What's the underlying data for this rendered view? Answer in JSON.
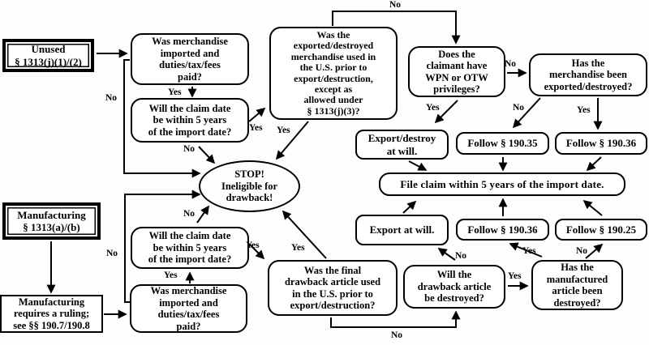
{
  "flowchart": {
    "nodes": {
      "unused": "Unused\n§ 1313(j)(1)/(2)",
      "imported_top": "Was merchandise\nimported and\nduties/tax/fees\npaid?",
      "claim5_top": "Will the claim date\nbe within 5 years\nof the import date?",
      "used_top": "Was the\nexported/destroyed\nmerchandise used in\nthe U.S. prior to\nexport/destruction,\nexcept as\nallowed under\n§ 1313(j)(3)?",
      "wpn": "Does the\nclaimant have\nWPN or OTW\nprivileges?",
      "exported": "Has the\nmerchandise been\nexported/destroyed?",
      "export_destroy_will": "Export/destroy\nat will.",
      "follow_190_35": "Follow § 190.35",
      "follow_190_36_top": "Follow § 190.36",
      "file_claim": "File claim within 5 years of the import date.",
      "export_at_will": "Export at will.",
      "follow_190_36_bottom": "Follow § 190.36",
      "follow_190_25": "Follow § 190.25",
      "stop": "STOP!\nIneligible for\ndrawback!",
      "destroy": "Will the\ndrawback article\nbe destroyed?",
      "manuf_destroyed": "Has the\nmanufactured\narticle been\ndestroyed?",
      "final_used": "Was the final\ndrawback article used\nin the U.S. prior to\nexport/destruction?",
      "claim5_bottom": "Will the claim date\nbe within 5 years\nof the import date?",
      "imported_bottom": "Was merchandise\nimported and\nduties/tax/fees\npaid?",
      "manufacturing": "Manufacturing\n§ 1313(a)/(b)",
      "manuf_ruling": "Manufacturing\nrequires a ruling;\nsee §§ 190.7/190.8"
    },
    "edge_labels": {
      "no_imported_top": "No",
      "yes_imported_top": "Yes",
      "yes_claim5_top": "Yes",
      "no_claim5_top": "No",
      "no_used_top": "No",
      "yes_used_top": "Yes",
      "no_wpn": "No",
      "yes_wpn": "Yes",
      "no_exported": "No",
      "yes_exported": "Yes",
      "no_destroy": "No",
      "yes_destroy": "Yes",
      "yes_manuf_destroyed": "Yes",
      "no_manuf_destroyed": "No",
      "no_claim5_bottom": "No",
      "yes_claim5_bottom": "Yes",
      "yes_final_used": "Yes",
      "no_final_used": "No",
      "yes_imported_bottom": "Yes",
      "no_imported_bottom": "No"
    },
    "colors": {
      "ink": "#000000",
      "background": "#fdfdfd"
    }
  }
}
